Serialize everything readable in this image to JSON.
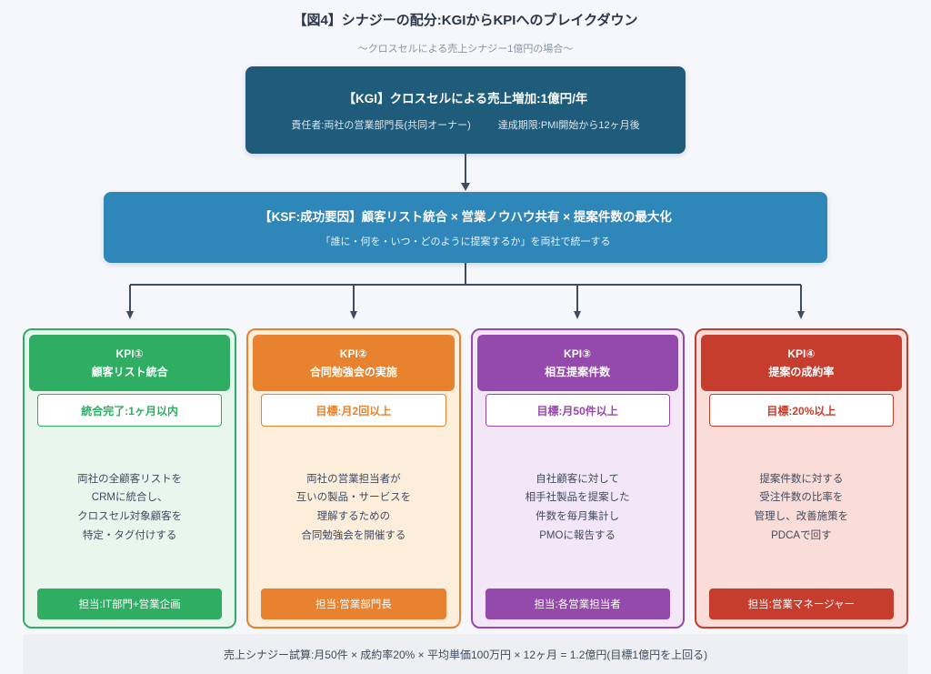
{
  "page": {
    "title": "【図4】シナジーの配分:KGIからKPIへのブレイクダウン",
    "subtitle": "〜クロスセルによる売上シナジー1億円の場合〜"
  },
  "kgi": {
    "title": "【KGI】クロスセルによる売上増加:1億円/年",
    "owner": "責任者:両社の営業部門長(共同オーナー)",
    "deadline": "達成期限:PMI開始から12ヶ月後"
  },
  "ksf": {
    "title": "【KSF:成功要因】顧客リスト統合 × 営業ノウハウ共有 × 提案件数の最大化",
    "subtitle": "「誰に・何を・いつ・どのように提案するか」を両社で統一する"
  },
  "kpis": [
    {
      "id": "KPI①",
      "name": "顧客リスト統合",
      "target": "統合完了:1ヶ月以内",
      "description": "両社の全顧客リストを\nCRMに統合し、\nクロスセル対象顧客を\n特定・タグ付けする",
      "owner": "担当:IT部門+営業企画",
      "color": "#2fae63",
      "bg": "#e9f6ee"
    },
    {
      "id": "KPI②",
      "name": "合同勉強会の実施",
      "target": "目標:月2回以上",
      "description": "両社の営業担当者が\n互いの製品・サービスを\n理解するための\n合同勉強会を開催する",
      "owner": "担当:営業部門長",
      "color": "#e8822e",
      "bg": "#fdeedc"
    },
    {
      "id": "KPI③",
      "name": "相互提案件数",
      "target": "目標:月50件以上",
      "description": "自社顧客に対して\n相手社製品を提案した\n件数を毎月集計し\nPMOに報告する",
      "owner": "担当:各営業担当者",
      "color": "#9449ac",
      "bg": "#f2e6f7"
    },
    {
      "id": "KPI④",
      "name": "提案の成約率",
      "target": "目標:20%以上",
      "description": "提案件数に対する\n受注件数の比率を\n管理し、改善施策を\nPDCAで回す",
      "owner": "担当:営業マネージャー",
      "color": "#c63d2e",
      "bg": "#fadcd8"
    }
  ],
  "summary": {
    "text": "売上シナジー試算:月50件 × 成約率20% × 平均単価100万円 × 12ヶ月 = 1.2億円(目標1億円を上回る)"
  },
  "colors": {
    "page-bg": "#f5f7fa",
    "kgi-bg": "#1f5b7a",
    "ksf-bg": "#2e86b9",
    "line": "#3f4b5e",
    "text": "#3f4b5e",
    "summary-bg": "#edeff2"
  }
}
